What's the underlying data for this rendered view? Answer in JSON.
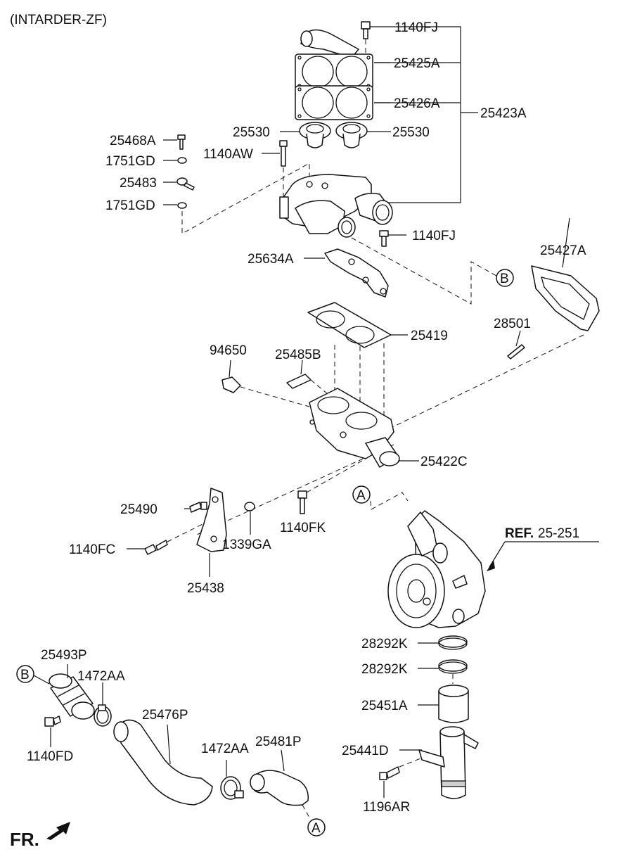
{
  "title": "(INTARDER-ZF)",
  "labels": {
    "p1140FJ_top": "1140FJ",
    "p25425A": "25425A",
    "p25426A": "25426A",
    "p25423A": "25423A",
    "p25530_left": "25530",
    "p25530_right": "25530",
    "p25468A": "25468A",
    "p1751GD_1": "1751GD",
    "p1140AW": "1140AW",
    "p25483": "25483",
    "p1751GD_2": "1751GD",
    "p1140FJ_mid": "1140FJ",
    "p25634A": "25634A",
    "p25427A": "25427A",
    "p28501": "28501",
    "p25419": "25419",
    "p94650": "94650",
    "p25485B": "25485B",
    "p25422C": "25422C",
    "p25490": "25490",
    "p1140FC": "1140FC",
    "p1339GA": "1339GA",
    "p1140FK": "1140FK",
    "p25438": "25438",
    "ref_bold": "REF.",
    "ref_num": "25-251",
    "p28292K_1": "28292K",
    "p28292K_2": "28292K",
    "p25451A": "25451A",
    "p25441D": "25441D",
    "p1196AR": "1196AR",
    "p25493P": "25493P",
    "p1472AA_1": "1472AA",
    "p25476P": "25476P",
    "p1472AA_2": "1472AA",
    "p25481P": "25481P",
    "p1140FD": "1140FD",
    "front": "FR."
  },
  "callouts": {
    "b_right": "B",
    "a_mid": "A",
    "b_left": "B",
    "a_bottom": "A"
  }
}
